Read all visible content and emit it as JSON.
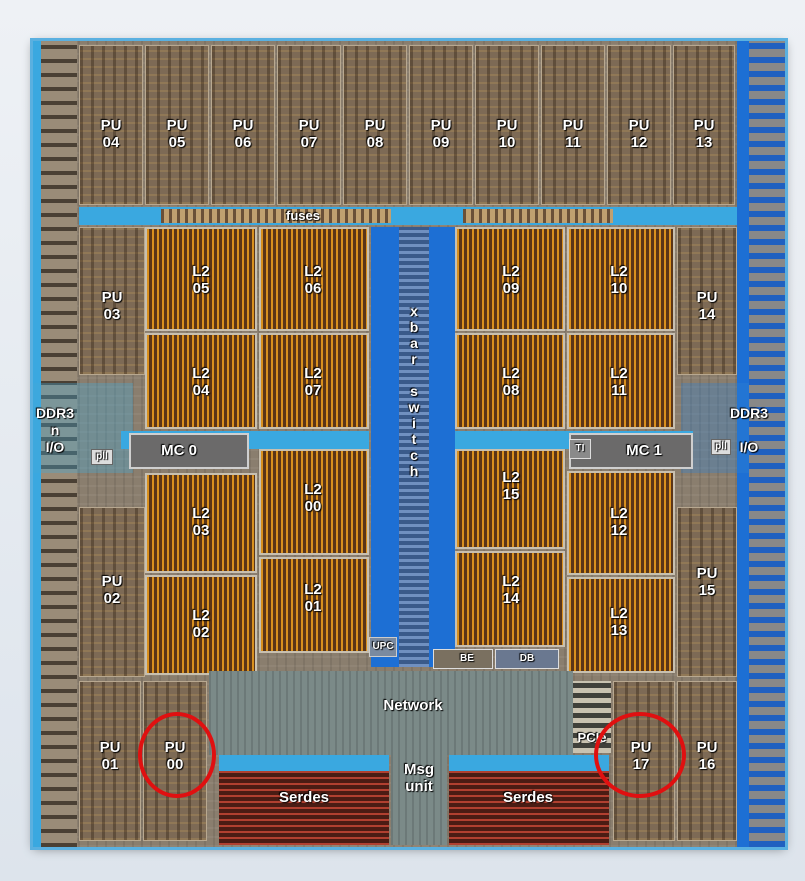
{
  "pu_labels": {
    "pu04": "PU\n04",
    "pu05": "PU\n05",
    "pu06": "PU\n06",
    "pu07": "PU\n07",
    "pu08": "PU\n08",
    "pu09": "PU\n09",
    "pu10": "PU\n10",
    "pu11": "PU\n11",
    "pu12": "PU\n12",
    "pu13": "PU\n13",
    "pu03": "PU\n03",
    "pu14": "PU\n14",
    "pu02": "PU\n02",
    "pu15": "PU\n15",
    "pu01": "PU\n01",
    "pu00": "PU\n00",
    "pu17": "PU\n17",
    "pu16": "PU\n16"
  },
  "l2_labels": {
    "l205": "L2\n05",
    "l206": "L2\n06",
    "l209": "L2\n09",
    "l210": "L2\n10",
    "l204": "L2\n04",
    "l207": "L2\n07",
    "l208": "L2\n08",
    "l211": "L2\n11",
    "l203": "L2\n03",
    "l200": "L2\n00",
    "l215": "L2\n15",
    "l212": "L2\n12",
    "l202": "L2\n02",
    "l201": "L2\n01",
    "l214": "L2\n14",
    "l213": "L2\n13"
  },
  "other_labels": {
    "fuses": "fuses",
    "xbar": "x\nb\na\nr\n \ns\nw\ni\nt\nc\nh",
    "ddr3_left": "DDR3\nn\nI/O",
    "ddr3_right": "DDR3\n \nI/O",
    "mc0": "MC 0",
    "mc1": "MC 1",
    "pll_left": "pll",
    "pll_right": "pll",
    "ti": "TI",
    "upc": "UPC",
    "be": "BE",
    "db": "DB",
    "network": "Network",
    "pcie": "PCIe",
    "msg": "Msg\nunit",
    "serdes_left": "Serdes",
    "serdes_right": "Serdes"
  },
  "colors": {
    "highlight": "#e01010",
    "bus_cyan": "#3aa8e0",
    "bus_blue": "#1d6fd4"
  }
}
